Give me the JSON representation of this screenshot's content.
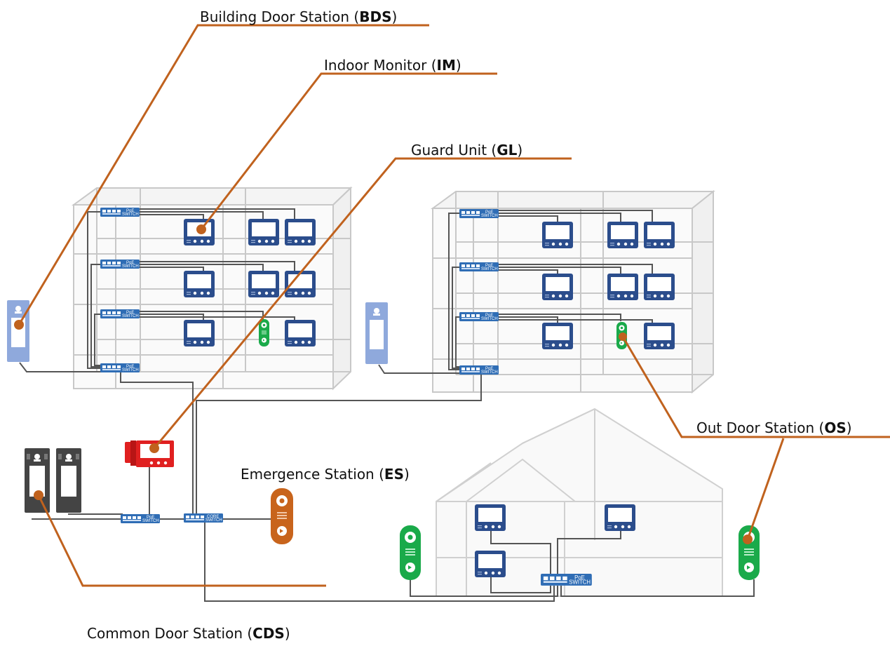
{
  "callouts": {
    "bds": {
      "name": "Building Door Station (",
      "abbr": "BDS",
      "close": ")"
    },
    "im": {
      "name": "Indoor Monitor (",
      "abbr": "IM",
      "close": ")"
    },
    "gl": {
      "name": "Guard Unit (",
      "abbr": "GL",
      "close": ")"
    },
    "os": {
      "name": "Out Door Station (",
      "abbr": "OS",
      "close": ")"
    },
    "es": {
      "name": "Emergence Station (",
      "abbr": "ES",
      "close": ")"
    },
    "cds": {
      "name": "Common Door Station (",
      "abbr": "CDS",
      "close": ")"
    }
  },
  "switch_labels": {
    "poe_top": "PoE",
    "poe_bottom": "SWITCH",
    "core_top": "CORE",
    "core_bottom": "SWITCH"
  },
  "colors": {
    "callout_line": "#c0621e",
    "building_outline": "#c8c8c8",
    "cable": "#555555",
    "switch": "#2f6db5",
    "indoor_monitor": "#2b4d8c",
    "building_door_station": "#8fa9dc",
    "guard_unit": "#e02020",
    "out_door_station": "#1aaa4a",
    "emergence_station": "#c8641c",
    "common_door_station": "#444444"
  }
}
